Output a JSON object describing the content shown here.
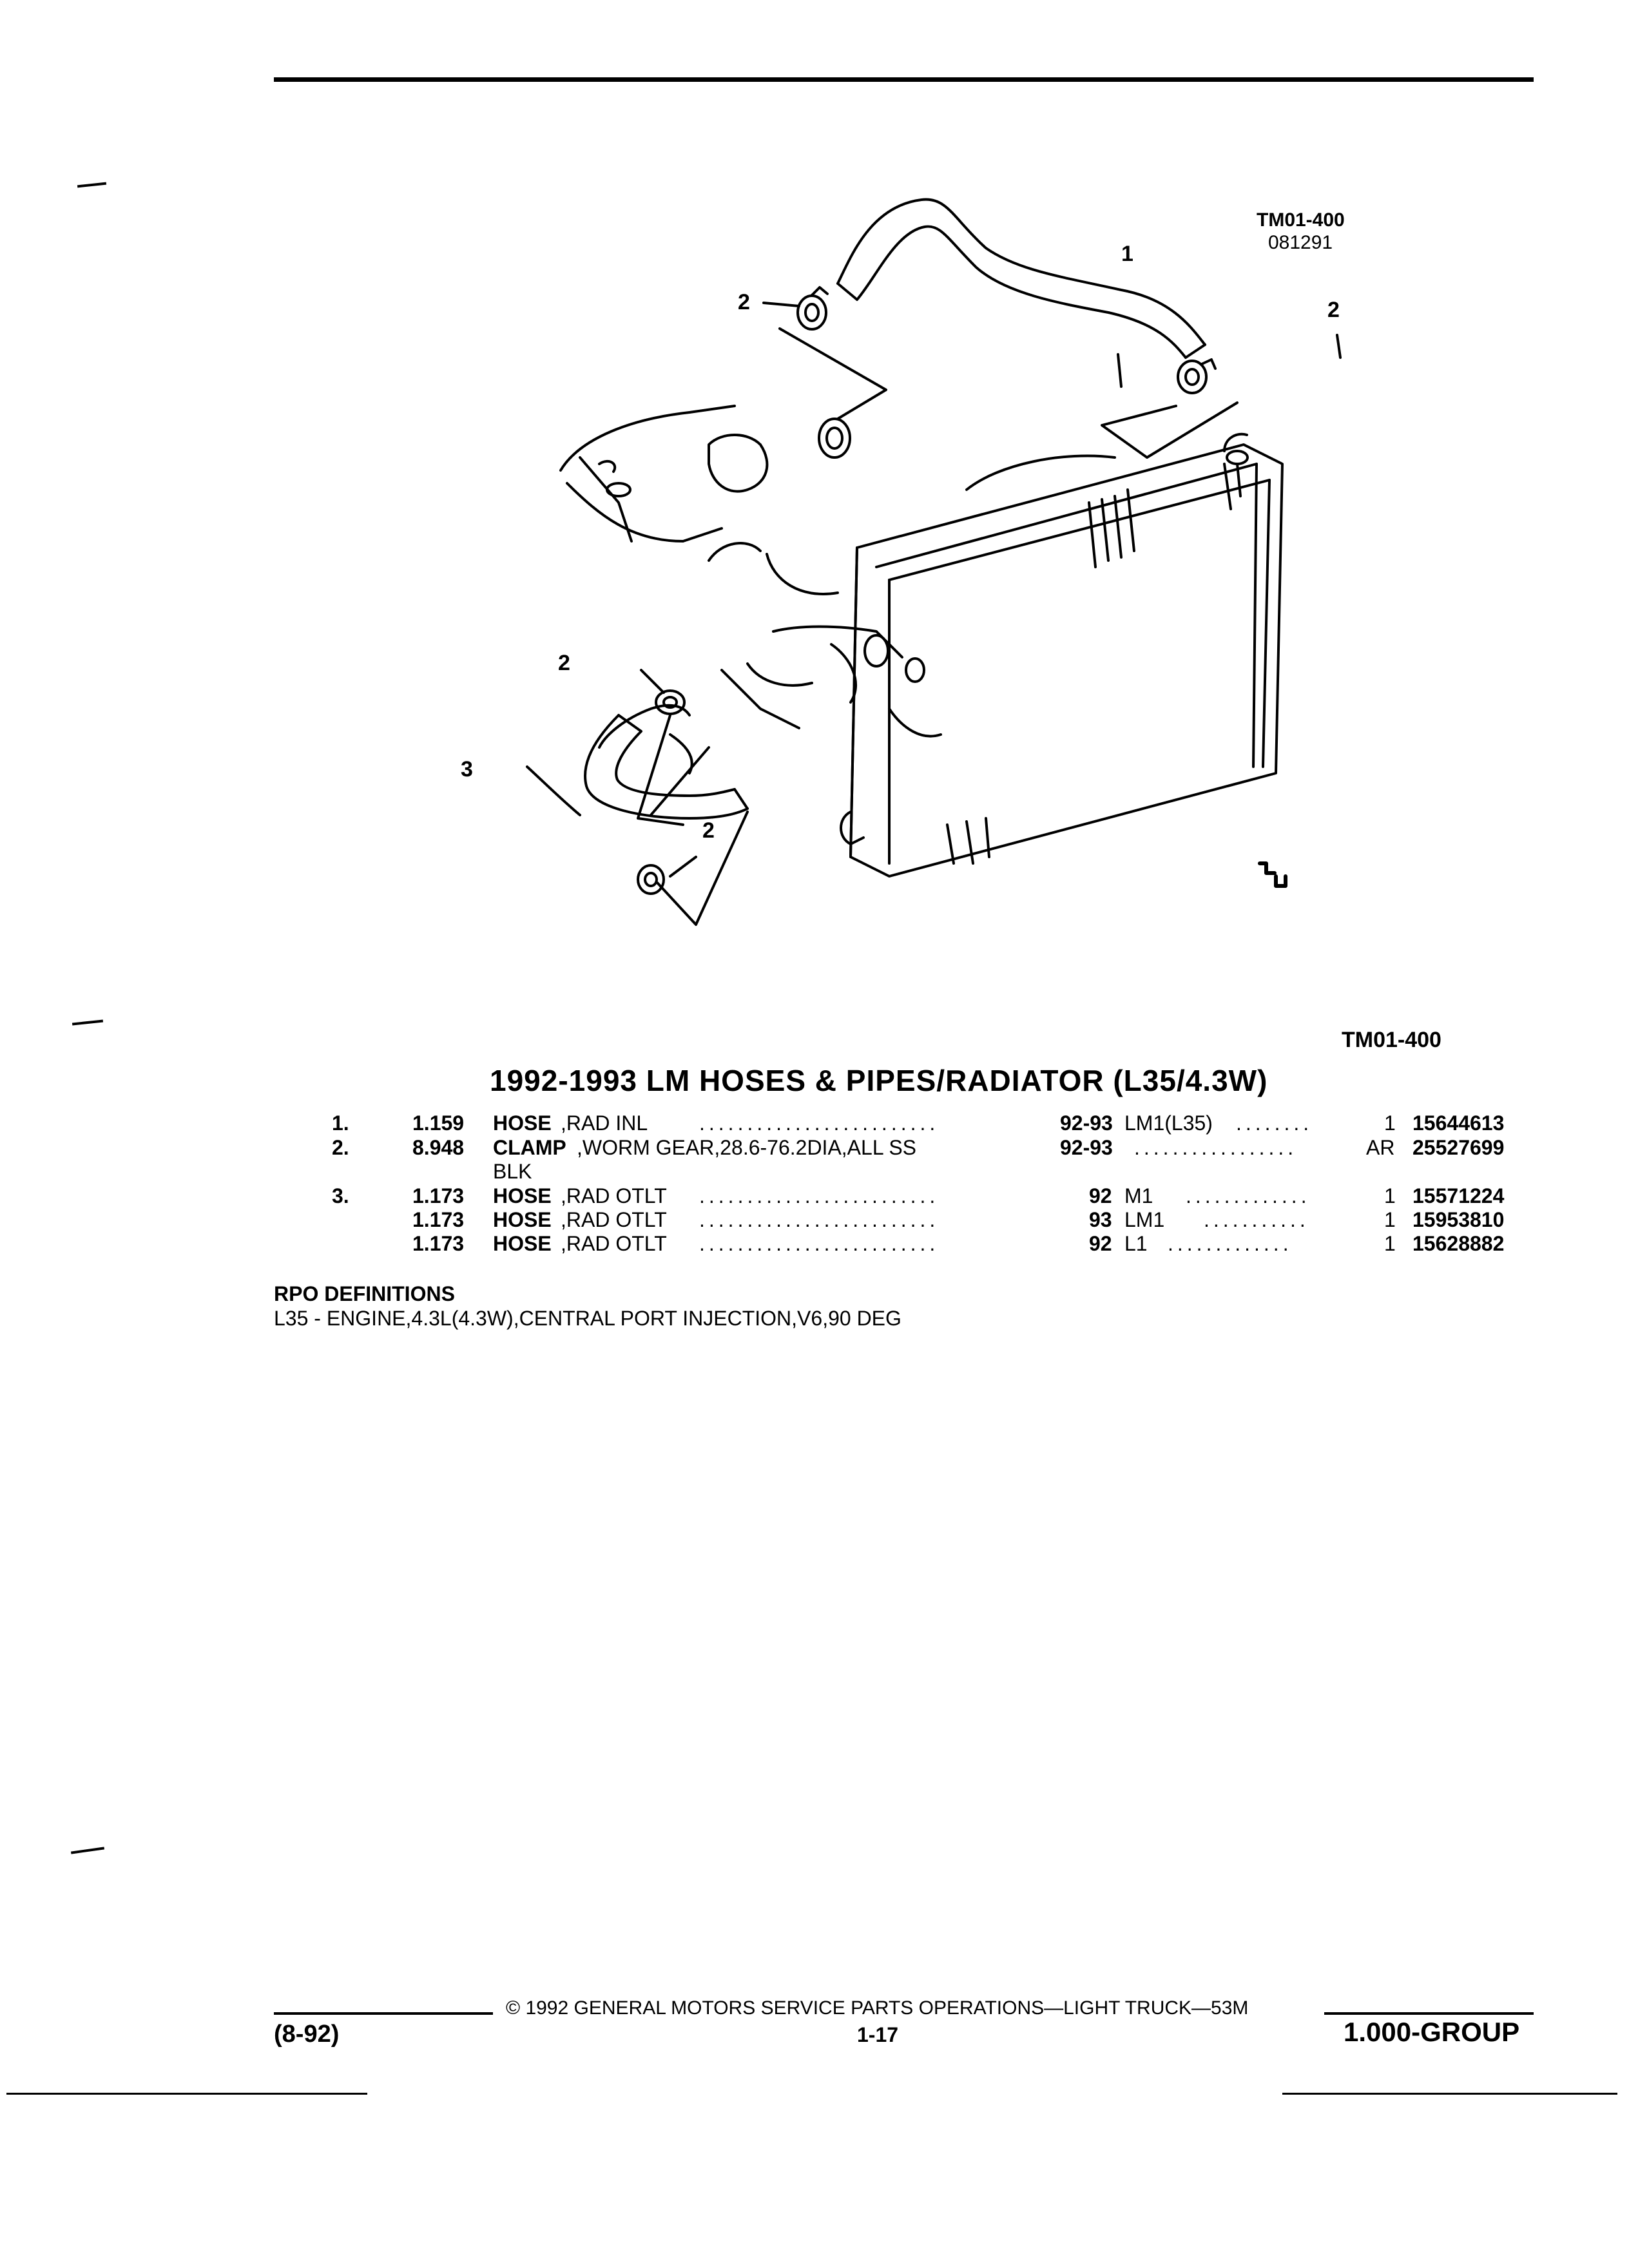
{
  "header": {
    "figure_id": "TM01-400",
    "figure_date": "081291"
  },
  "diagram": {
    "callouts": [
      "1",
      "2",
      "2",
      "2",
      "2",
      "3"
    ],
    "figure_label": "TM01-400"
  },
  "title": "1992-1993 LM HOSES & PIPES/RADIATOR (L35/4.3W)",
  "parts": [
    {
      "item": "1.",
      "group": "1.159",
      "name": "HOSE",
      "desc": ",RAD INL",
      "leader": ".........................",
      "years": "92-93",
      "usage": "LM1(L35)",
      "leader2": "........",
      "qty": "1",
      "part_no": "15644613"
    },
    {
      "item": "2.",
      "group": "8.948",
      "name": "CLAMP",
      "desc": ",WORM GEAR,28.6-76.2DIA,ALL SS",
      "leader": "",
      "years": "92-93",
      "usage": "",
      "leader2": ".................",
      "qty": "AR",
      "part_no": "25527699",
      "desc2": "BLK"
    },
    {
      "item": "3.",
      "group": "1.173",
      "name": "HOSE",
      "desc": ",RAD OTLT",
      "leader": ".........................",
      "years": "92",
      "usage": "M1",
      "leader2": ".............",
      "qty": "1",
      "part_no": "15571224"
    },
    {
      "item": "",
      "group": "1.173",
      "name": "HOSE",
      "desc": ",RAD OTLT",
      "leader": ".........................",
      "years": "93",
      "usage": "LM1",
      "leader2": "...........",
      "qty": "1",
      "part_no": "15953810"
    },
    {
      "item": "",
      "group": "1.173",
      "name": "HOSE",
      "desc": ",RAD OTLT",
      "leader": ".........................",
      "years": "92",
      "usage": "L1",
      "leader2": ".............",
      "qty": "1",
      "part_no": "15628882"
    }
  ],
  "rpo": {
    "heading": "RPO DEFINITIONS",
    "definition": "L35 - ENGINE,4.3L(4.3W),CENTRAL PORT INJECTION,V6,90 DEG"
  },
  "footer": {
    "copyright": "© 1992 GENERAL MOTORS SERVICE PARTS OPERATIONS—LIGHT TRUCK—53M",
    "date_code": "(8-92)",
    "page": "1-17",
    "group": "1.000-GROUP"
  }
}
